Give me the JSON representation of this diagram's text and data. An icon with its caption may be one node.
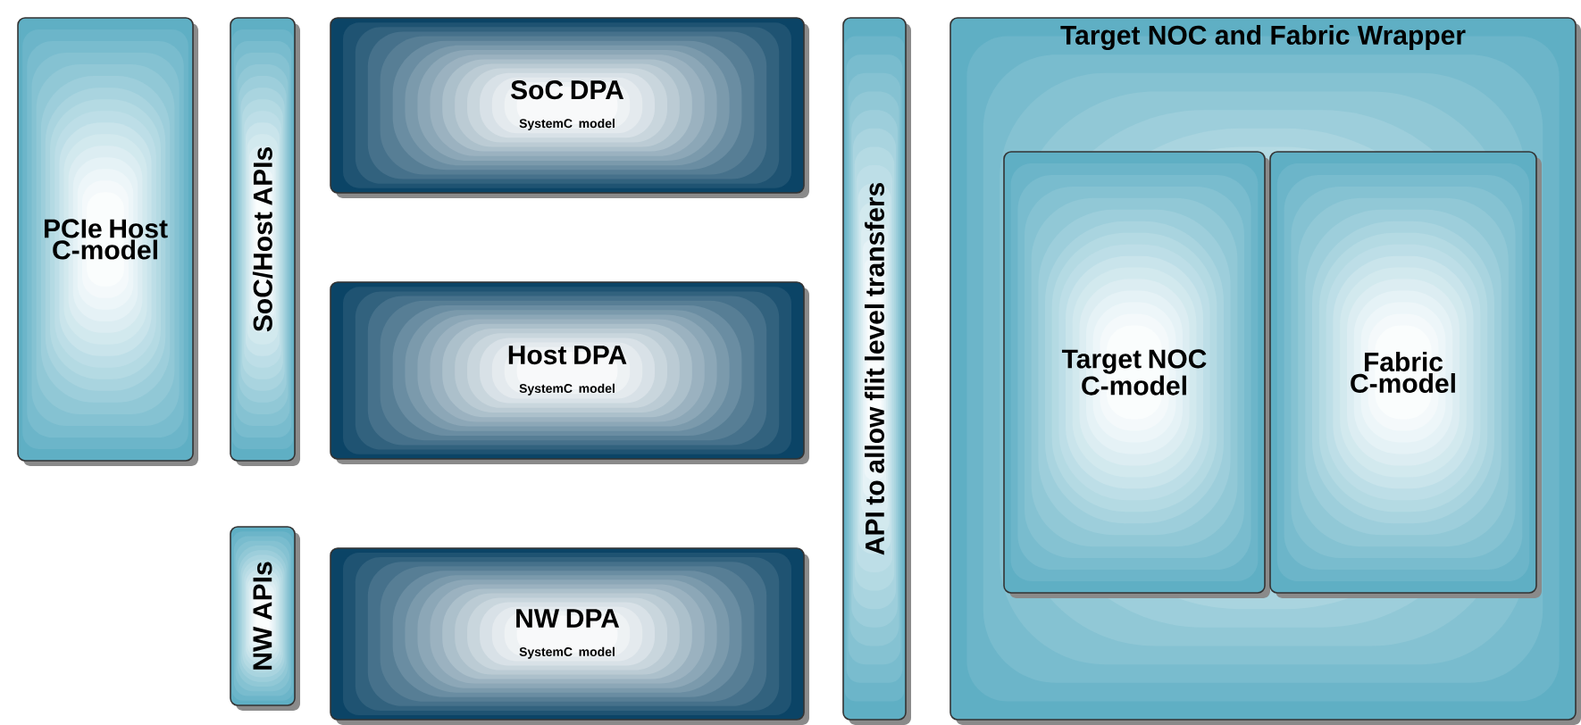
{
  "diagram": {
    "nodes": [
      {
        "text": [
          "PCIe Host C-model"
        ]
      },
      {
        "text": [
          "SoC/Host APIs"
        ]
      },
      {
        "text": [
          "SoC DPA",
          "SystemC model"
        ]
      },
      {
        "text": [
          "Host DPA",
          "SystemC model"
        ]
      },
      {
        "text": [
          "NW APIs"
        ]
      },
      {
        "text": [
          "NW DPA",
          "SystemC model"
        ]
      },
      {
        "text": [
          "API to allow flit level transfers"
        ]
      },
      {
        "text": [
          "Target NOC and Fabric Wrapper"
        ]
      },
      {
        "text": [
          "Target NOC C-model"
        ],
        "in": 7
      },
      {
        "text": [
          "Fabric C-model"
        ],
        "in": 7
      }
    ],
    "edges": []
  }
}
